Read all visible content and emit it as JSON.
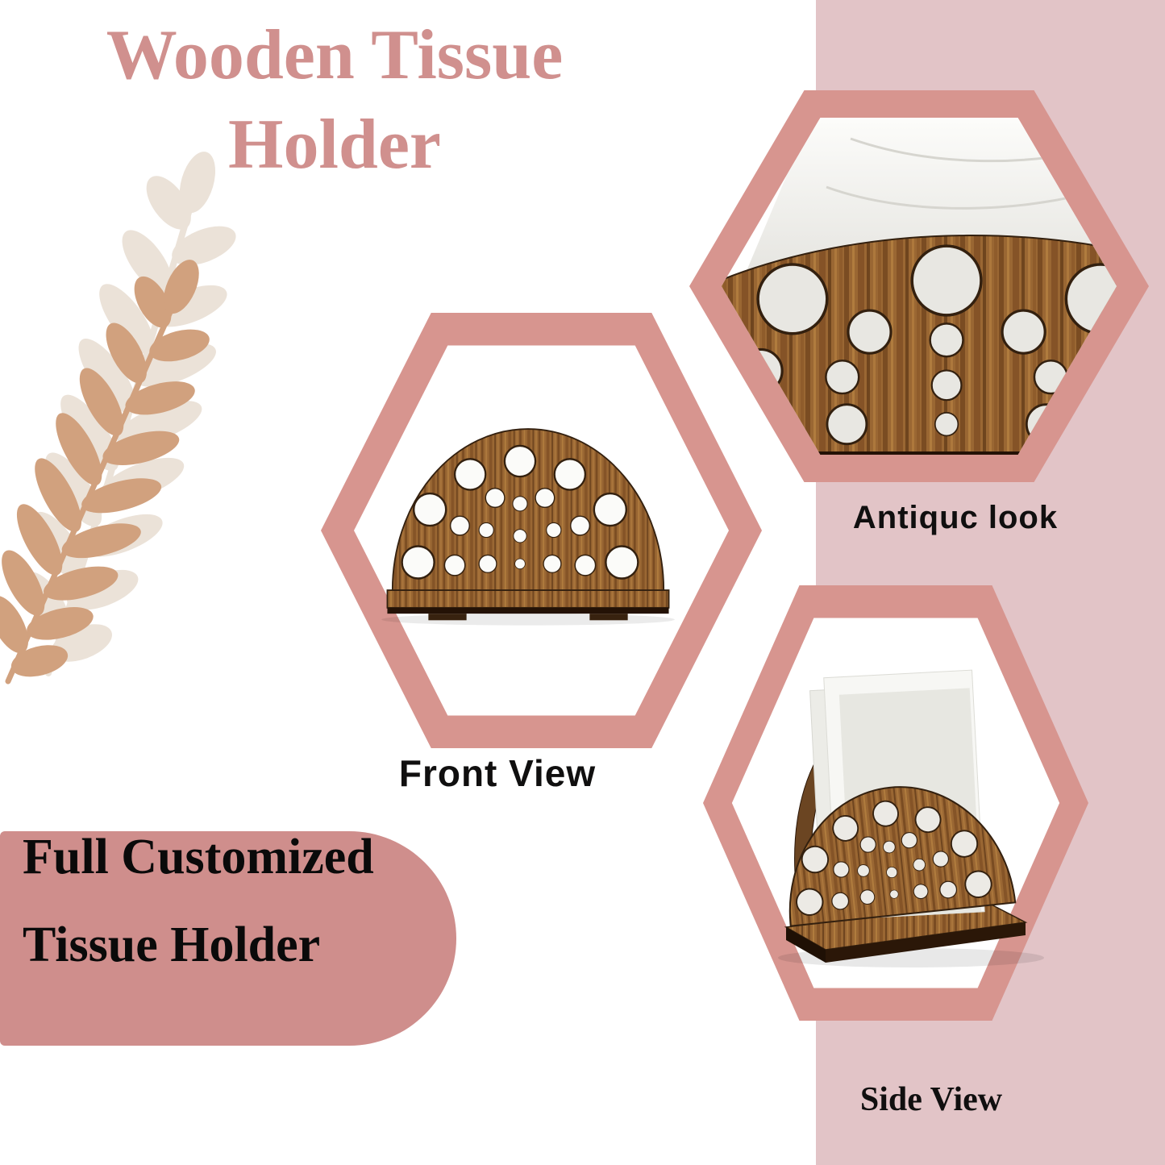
{
  "title": {
    "line1": "Wooden Tissue",
    "line2": "Holder"
  },
  "views": {
    "front": {
      "label": "Front View"
    },
    "antique": {
      "label": "Antiquc look"
    },
    "side": {
      "label": "Side View"
    }
  },
  "banner": {
    "line1": "Full Customized",
    "line2": "Tissue Holder"
  },
  "colors": {
    "hex_frame": "#d7958f",
    "band": "#e2c4c7",
    "banner_bg": "#cf8e8c",
    "title_text": "#d0908e",
    "label_text": "#100f0f",
    "leaf_light": "#ebe2d8",
    "leaf_tan": "#d1a17e",
    "wood_mid": "#9a6733",
    "wood_dark": "#7a4c22",
    "wood_light": "#b07c3e",
    "wood_edge": "#33200f",
    "tissue": "#f4f3f0"
  }
}
